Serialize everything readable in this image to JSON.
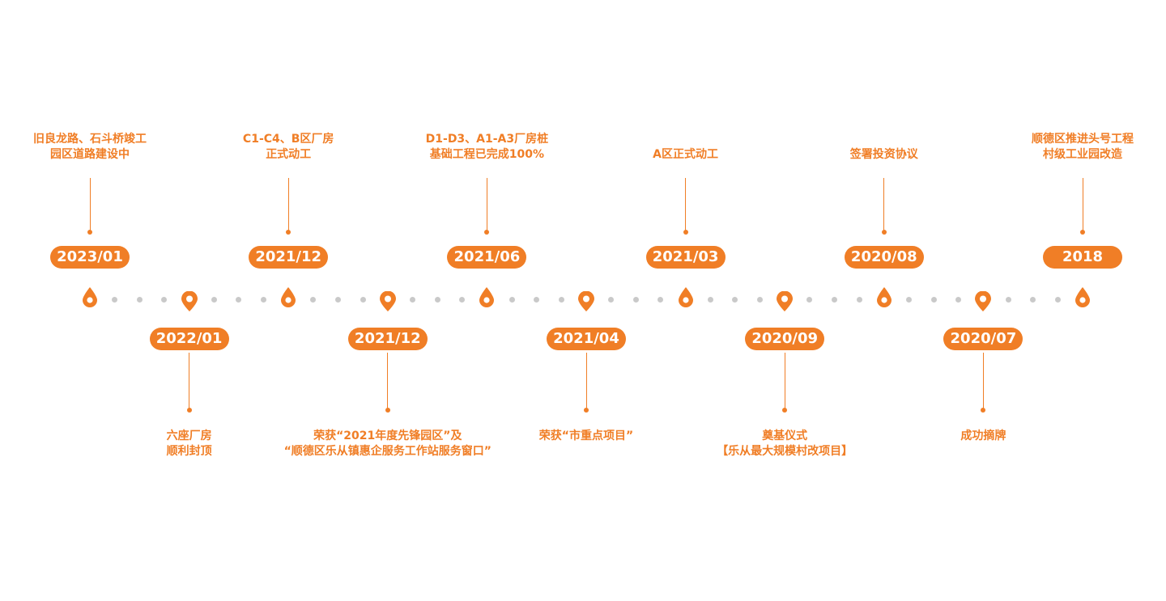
{
  "theme": {
    "accent": "#F07E26",
    "dot": "#C9C9C9"
  },
  "events": [
    {
      "date": "2023/01",
      "lines": [
        "旧良龙路、石斗桥竣工",
        "园区道路建设中"
      ],
      "position": "top",
      "marker": "drop-icon"
    },
    {
      "date": "2022/01",
      "lines": [
        "六座厂房",
        "顺利封顶"
      ],
      "position": "bottom",
      "marker": "map-pin-icon"
    },
    {
      "date": "2021/12",
      "lines": [
        "C1-C4、B区厂房",
        "正式动工"
      ],
      "position": "top",
      "marker": "drop-icon"
    },
    {
      "date": "2021/12",
      "lines": [
        "荣获“2021年度先锋园区”及",
        "“顺德区乐从镇惠企服务工作站服务窗口”"
      ],
      "position": "bottom",
      "marker": "map-pin-icon"
    },
    {
      "date": "2021/06",
      "lines": [
        "D1-D3、A1-A3厂房桩",
        "基础工程已完成100%"
      ],
      "position": "top",
      "marker": "drop-icon"
    },
    {
      "date": "2021/04",
      "lines": [
        "荣获“市重点项目”"
      ],
      "position": "bottom",
      "marker": "map-pin-icon"
    },
    {
      "date": "2021/03",
      "lines": [
        "A区正式动工"
      ],
      "position": "top",
      "marker": "drop-icon"
    },
    {
      "date": "2020/09",
      "lines": [
        "奠基仪式",
        "【乐从最大规模村改项目】"
      ],
      "position": "bottom",
      "marker": "map-pin-icon"
    },
    {
      "date": "2020/08",
      "lines": [
        "签署投资协议"
      ],
      "position": "top",
      "marker": "drop-icon"
    },
    {
      "date": "2020/07",
      "lines": [
        "成功摘牌"
      ],
      "position": "bottom",
      "marker": "map-pin-icon"
    },
    {
      "date": "2018",
      "lines": [
        "顺德区推进头号工程",
        "村级工业园改造"
      ],
      "position": "top",
      "marker": "drop-icon"
    }
  ]
}
